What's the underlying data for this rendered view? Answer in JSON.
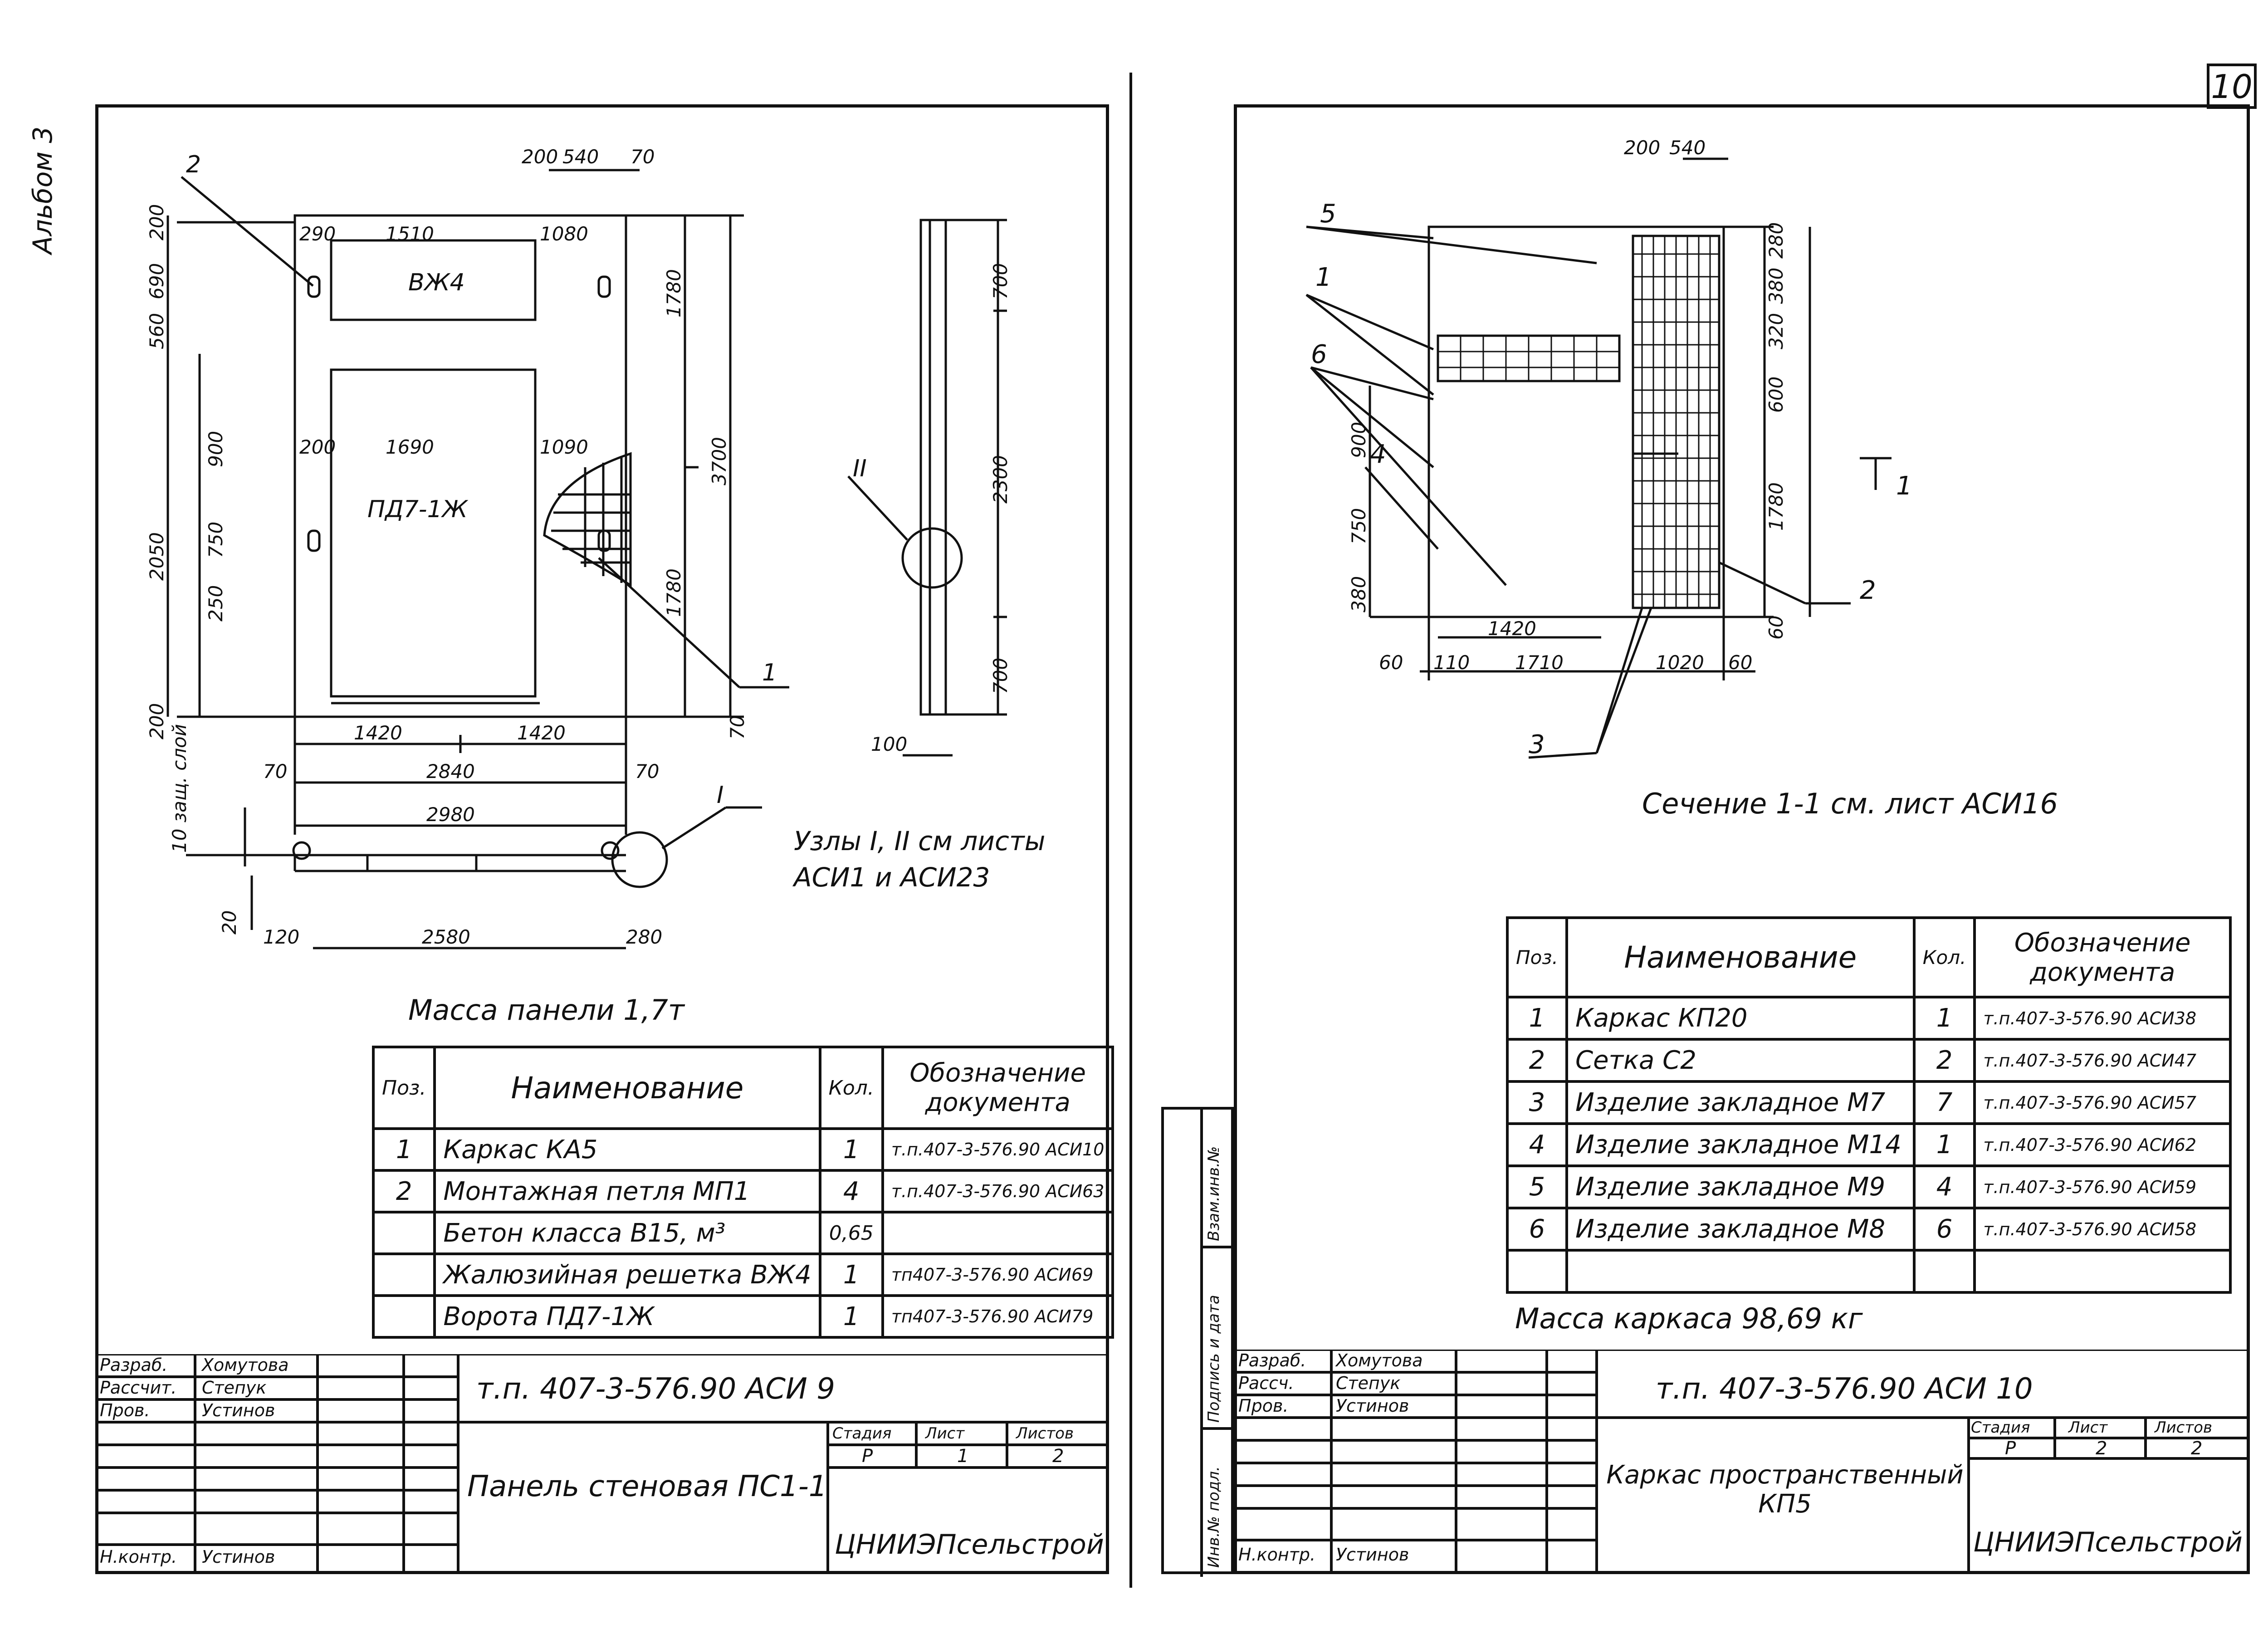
{
  "page_number": "10",
  "left_sheet": {
    "album_label": "Альбом 3",
    "mass": "Масса панели 1,7т",
    "nodes_note": [
      "Узлы I, II см листы",
      "АСИ1 и АСИ23"
    ],
    "drawing_labels": {
      "vzh": "ВЖ4",
      "pd": "ПД7-1Ж",
      "pos1": "1",
      "pos2": "2",
      "node1": "I",
      "node2": "II"
    },
    "dimensions": {
      "top": [
        "200",
        "540",
        "70"
      ],
      "upper_row": [
        "1510",
        "1080"
      ],
      "mid_row": [
        "1690",
        "1090"
      ],
      "bottom_row": [
        "1420",
        "1420"
      ],
      "total_inner": "2840",
      "total": "2980",
      "edge": [
        "70",
        "70"
      ],
      "right": [
        "1780",
        "3700",
        "1780",
        "70"
      ],
      "left": [
        "200",
        "690",
        "560",
        "900",
        "750",
        "250",
        "200",
        "2050"
      ],
      "section": [
        "700",
        "2300",
        "700",
        "100"
      ],
      "plan": [
        "120",
        "2580",
        "280",
        "20"
      ],
      "layer": "10 защ. слой",
      "small": [
        "290",
        "200",
        "200"
      ]
    },
    "spec": {
      "headers": [
        "Поз.",
        "Наименование",
        "Кол.",
        "Обозначение документа"
      ],
      "rows": [
        {
          "pos": "1",
          "name": "Каркас КА5",
          "qty": "1",
          "doc": "т.п.407-3-576.90 АСИ10"
        },
        {
          "pos": "2",
          "name": "Монтажная петля МП1",
          "qty": "4",
          "doc": "т.п.407-3-576.90 АСИ63"
        },
        {
          "pos": "",
          "name": "Бетон класса В15, м³",
          "qty": "0,65",
          "doc": ""
        },
        {
          "pos": "",
          "name": "Жалюзийная решетка ВЖ4",
          "qty": "1",
          "doc": "тп407-3-576.90 АСИ69"
        },
        {
          "pos": "",
          "name": "Ворота ПД7-1Ж",
          "qty": "1",
          "doc": "тп407-3-576.90 АСИ79"
        }
      ]
    },
    "title_block": {
      "roles": [
        "Разраб.",
        "Рассчит.",
        "Пров.",
        "Н.контр."
      ],
      "names": [
        "Хомутова",
        "Степук",
        "Устинов",
        "Устинов"
      ],
      "doc_code": "т.п. 407-3-576.90 АСИ 9",
      "title": "Панель стеновая ПС1-1",
      "stage_header": [
        "Стадия",
        "Лист",
        "Листов"
      ],
      "stage_values": [
        "Р",
        "1",
        "2"
      ],
      "org": "ЦНИИЭПсельстрой"
    }
  },
  "right_sheet": {
    "section_note": "Сечение 1-1 см. лист АСИ16",
    "mass": "Масса каркаса 98,69 кг",
    "drawing_labels": {
      "pos1": "1",
      "pos2": "2",
      "pos3": "3",
      "pos4": "4",
      "pos5": "5",
      "pos6": "6",
      "cut": "1"
    },
    "dimensions": {
      "top": [
        "200",
        "540"
      ],
      "right": [
        "280",
        "380",
        "320",
        "600",
        "1780",
        "60"
      ],
      "left": [
        "900",
        "750",
        "380"
      ],
      "bottom": [
        "60",
        "110",
        "1710",
        "1020",
        "60"
      ],
      "inner": "1420"
    },
    "side_stamp": [
      "Инв.№ подл.",
      "Подпись и дата",
      "Взам.инв.№"
    ],
    "spec": {
      "headers": [
        "Поз.",
        "Наименование",
        "Кол.",
        "Обозначение документа"
      ],
      "rows": [
        {
          "pos": "1",
          "name": "Каркас КП20",
          "qty": "1",
          "doc": "т.п.407-3-576.90 АСИ38"
        },
        {
          "pos": "2",
          "name": "Сетка С2",
          "qty": "2",
          "doc": "т.п.407-3-576.90 АСИ47"
        },
        {
          "pos": "3",
          "name": "Изделие закладное М7",
          "qty": "7",
          "doc": "т.п.407-3-576.90 АСИ57"
        },
        {
          "pos": "4",
          "name": "Изделие закладное М14",
          "qty": "1",
          "doc": "т.п.407-3-576.90 АСИ62"
        },
        {
          "pos": "5",
          "name": "Изделие закладное М9",
          "qty": "4",
          "doc": "т.п.407-3-576.90 АСИ59"
        },
        {
          "pos": "6",
          "name": "Изделие закладное М8",
          "qty": "6",
          "doc": "т.п.407-3-576.90 АСИ58"
        }
      ]
    },
    "title_block": {
      "roles": [
        "Разраб.",
        "Рассч.",
        "Пров.",
        "Н.контр."
      ],
      "names": [
        "Хомутова",
        "Степук",
        "Устинов",
        "Устинов"
      ],
      "doc_code": "т.п. 407-3-576.90 АСИ 10",
      "title": "Каркас пространственный КП5",
      "stage_header": [
        "Стадия",
        "Лист",
        "Листов"
      ],
      "stage_values": [
        "Р",
        "2",
        "2"
      ],
      "org": "ЦНИИЭПсельстрой"
    }
  }
}
